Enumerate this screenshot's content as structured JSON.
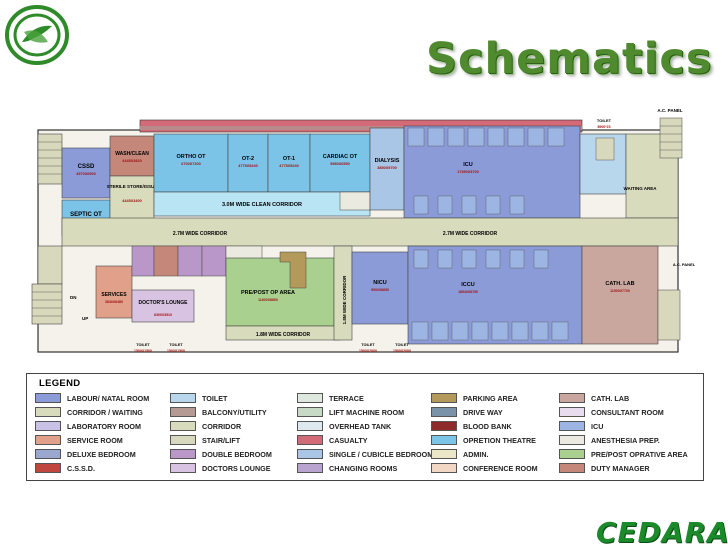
{
  "title": "Schematics",
  "brand": "CEDARA",
  "colors": {
    "title_green": "#4f8a2e",
    "brand_green": "#1a8a2a",
    "logo_green": "#2f8a2a"
  },
  "plan": {
    "labels": {
      "toilet_top": "TOILET",
      "toilet_top_area": "8900*23",
      "ac_panel_top": "A.C. PANEL",
      "ac_panel_right": "A.C. PANEL",
      "wash_clean": "WASH/CLEAN",
      "wash_clean_area": "4445X3820",
      "cssd": "CSSD",
      "cssd_area": "4570X6900",
      "sterile_store": "STERILE STORE/ISSUE",
      "sterile_store_area": "4445X3400",
      "ortho_ot": "ORTHO OT",
      "ortho_ot_area": "6700X7200",
      "ot2": "OT-2",
      "ot2_area": "4775X5240",
      "ot1": "OT-1",
      "ot1_area": "4775X5240",
      "cardiac_ot": "CARDIAC OT",
      "cardiac_ot_area": "5980X6550",
      "dialysis": "DIALYSIS",
      "dialysis_area": "3850X9700",
      "icu_top": "ICU",
      "icu_top_area": "17690X3700",
      "septic_ot": "SEPTIC OT",
      "septic_ot_area": "4570X6600",
      "clean_corridor": "3.0M WIDE CLEAN CORRIDOR",
      "corridor_left": "2.7M WIDE CORRIDOR",
      "corridor_right": "2.7M WIDE CORRIDOR",
      "waiting_area": "WAITING AREA",
      "services": "SERVICES",
      "services_area": "3840X6480",
      "doctors_lounge": "DOCTOR'S LOUNGE",
      "doctors_lounge_area": "6300X3510",
      "preop_area": "PRE/POST OP AREA",
      "preop_area_area": "11600X8890",
      "corridor_bottom": "1.8M WIDE CORRIDOR",
      "corridor_vertical": "1.8M WIDE CORRIDOR",
      "nicu": "NICU",
      "nicu_area": "5930X8650",
      "iccu": "ICCU",
      "iccu_area": "18540X6790",
      "cath_lab": "CATH. LAB",
      "cath_lab_area": "11500X7700",
      "toilet_b1": "TOILET",
      "toilet_b1_area": "1500X1500",
      "toilet_b2": "TOILET",
      "toilet_b2_area": "1500X1500",
      "toilet_b3": "TOILET",
      "toilet_b3_area": "1500X2000",
      "toilet_b4": "TOILET",
      "toilet_b4_area": "1500X2000",
      "dn": "DN",
      "up": "UP"
    }
  },
  "legend": {
    "title": "LEGEND",
    "items": [
      {
        "label": "LABOUR/ NATAL ROOM",
        "color": "#8b9bd8"
      },
      {
        "label": "CORRIDOR / WAITING",
        "color": "#d9dcbc"
      },
      {
        "label": "LABORATORY ROOM",
        "color": "#c9c2e6"
      },
      {
        "label": "SERVICE ROOM",
        "color": "#e0a08a"
      },
      {
        "label": "DELUXE BEDROOM",
        "color": "#9aa8d0"
      },
      {
        "label": "C.S.S.D.",
        "color": "#c0463f"
      },
      {
        "label": "TOILET",
        "color": "#b8d6ec"
      },
      {
        "label": "BALCONY/UTILITY",
        "color": "#b49a92"
      },
      {
        "label": "CORRIDOR",
        "color": "#d9dcbc"
      },
      {
        "label": "STAIR/LIFT",
        "color": "#d8d8bc"
      },
      {
        "label": "DOUBLE BEDROOM",
        "color": "#b998c9"
      },
      {
        "label": "DOCTORS LOUNGE",
        "color": "#d8c3e3"
      },
      {
        "label": "TERRACE",
        "color": "#dfe8df"
      },
      {
        "label": "LIFT MACHINE ROOM",
        "color": "#c6dac6"
      },
      {
        "label": "OVERHEAD TANK",
        "color": "#dde8ef"
      },
      {
        "label": "CASUALTY",
        "color": "#d46a78"
      },
      {
        "label": "SINGLE / CUBICLE BEDROOM",
        "color": "#a9c6e6"
      },
      {
        "label": "CHANGING ROOMS",
        "color": "#b9a3cf"
      },
      {
        "label": "PARKING AREA",
        "color": "#b39a5a"
      },
      {
        "label": "DRIVE WAY",
        "color": "#7b93a8"
      },
      {
        "label": "BLOOD BANK",
        "color": "#8e2a2a"
      },
      {
        "label": "OPRETION THEATRE",
        "color": "#7cc3e8"
      },
      {
        "label": "ADMIN.",
        "color": "#ece6c8"
      },
      {
        "label": "CONFERENCE ROOM",
        "color": "#f2d7c5"
      },
      {
        "label": "CATH. LAB",
        "color": "#c9a69e"
      },
      {
        "label": "CONSULTANT ROOM",
        "color": "#eadcef"
      },
      {
        "label": "ICU",
        "color": "#9db5e2"
      },
      {
        "label": "ANESTHESIA PREP.",
        "color": "#eaeae0"
      },
      {
        "label": "PRE/POST OPRATIVE AREA",
        "color": "#a9d08e"
      },
      {
        "label": "DUTY MANAGER",
        "color": "#c4877a"
      }
    ]
  }
}
